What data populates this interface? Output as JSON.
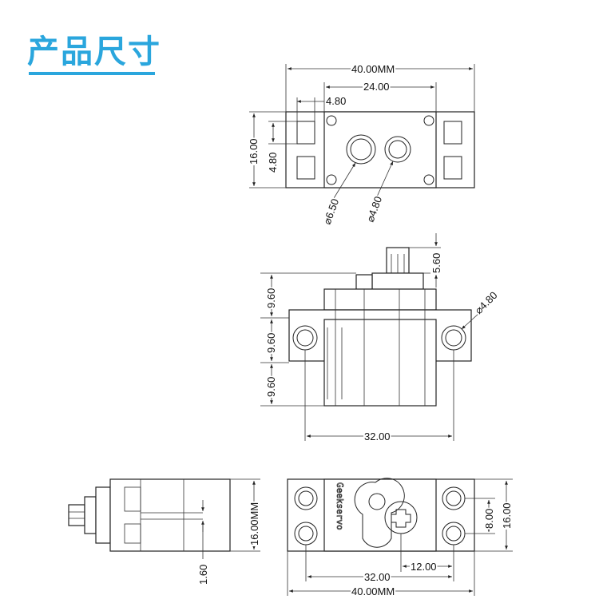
{
  "title": "产品尺寸",
  "accent_color": "#2aa6dd",
  "top_view": {
    "width_label": "40.00MM",
    "inner_width_label": "24.00",
    "tab_label": "4.80",
    "height_label": "16.00",
    "tab_height_label": "4.80",
    "hole_large_label": "⌀6.50",
    "hole_small_label": "⌀4.80"
  },
  "side_view": {
    "shaft_height_label": "5.60",
    "segment1_label": "9.60",
    "segment2_label": "9.60",
    "segment3_label": "9.60",
    "hole_label": "⌀4.80",
    "hole_spacing_label": "32.00"
  },
  "end_view": {
    "height_label": "16.00MM",
    "offset_label": "1.60"
  },
  "front_view": {
    "brand_text": "Geekservo",
    "hole_spacing_label": "32.00",
    "total_width_label": "40.00MM",
    "shaft_offset_label": "12.00",
    "hole_vertical_label": "8.00",
    "height_label": "16.00"
  }
}
